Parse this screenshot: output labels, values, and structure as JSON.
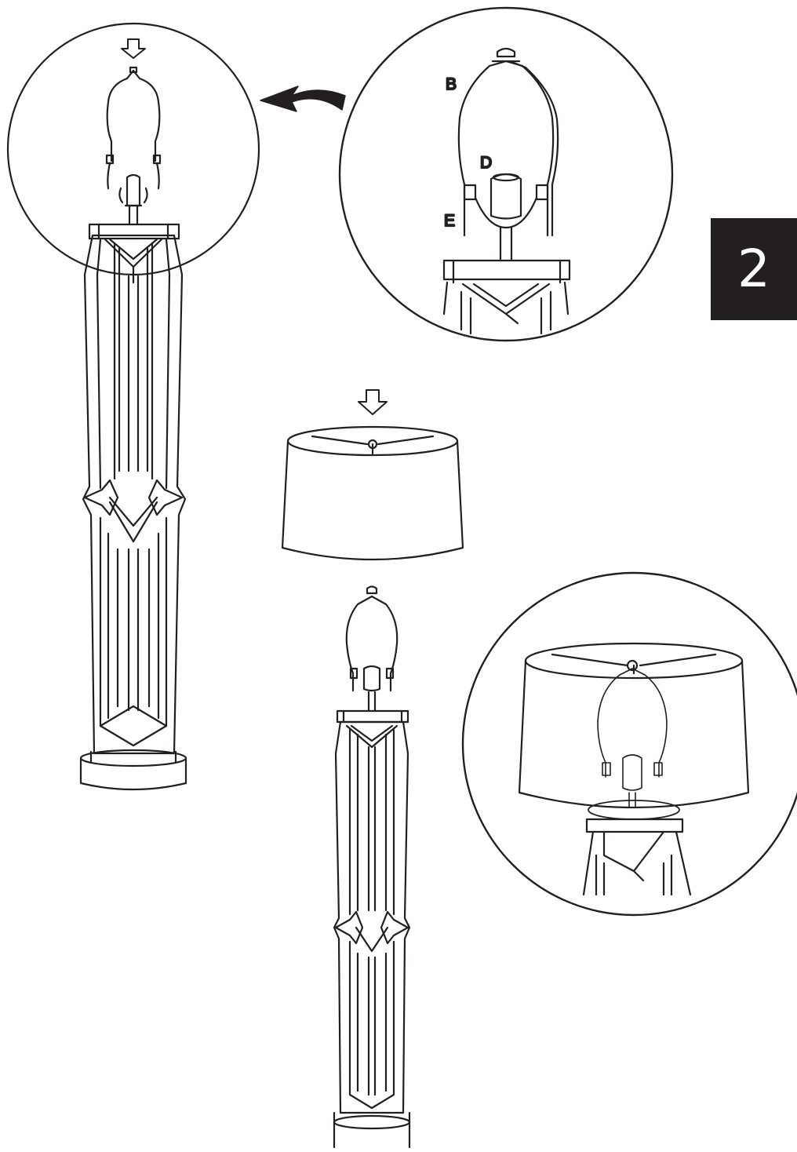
{
  "step": {
    "number": "2"
  },
  "labels": {
    "b": "B",
    "d": "D",
    "e": "E"
  },
  "colors": {
    "ink": "#231f20",
    "paper": "#ffffff"
  }
}
